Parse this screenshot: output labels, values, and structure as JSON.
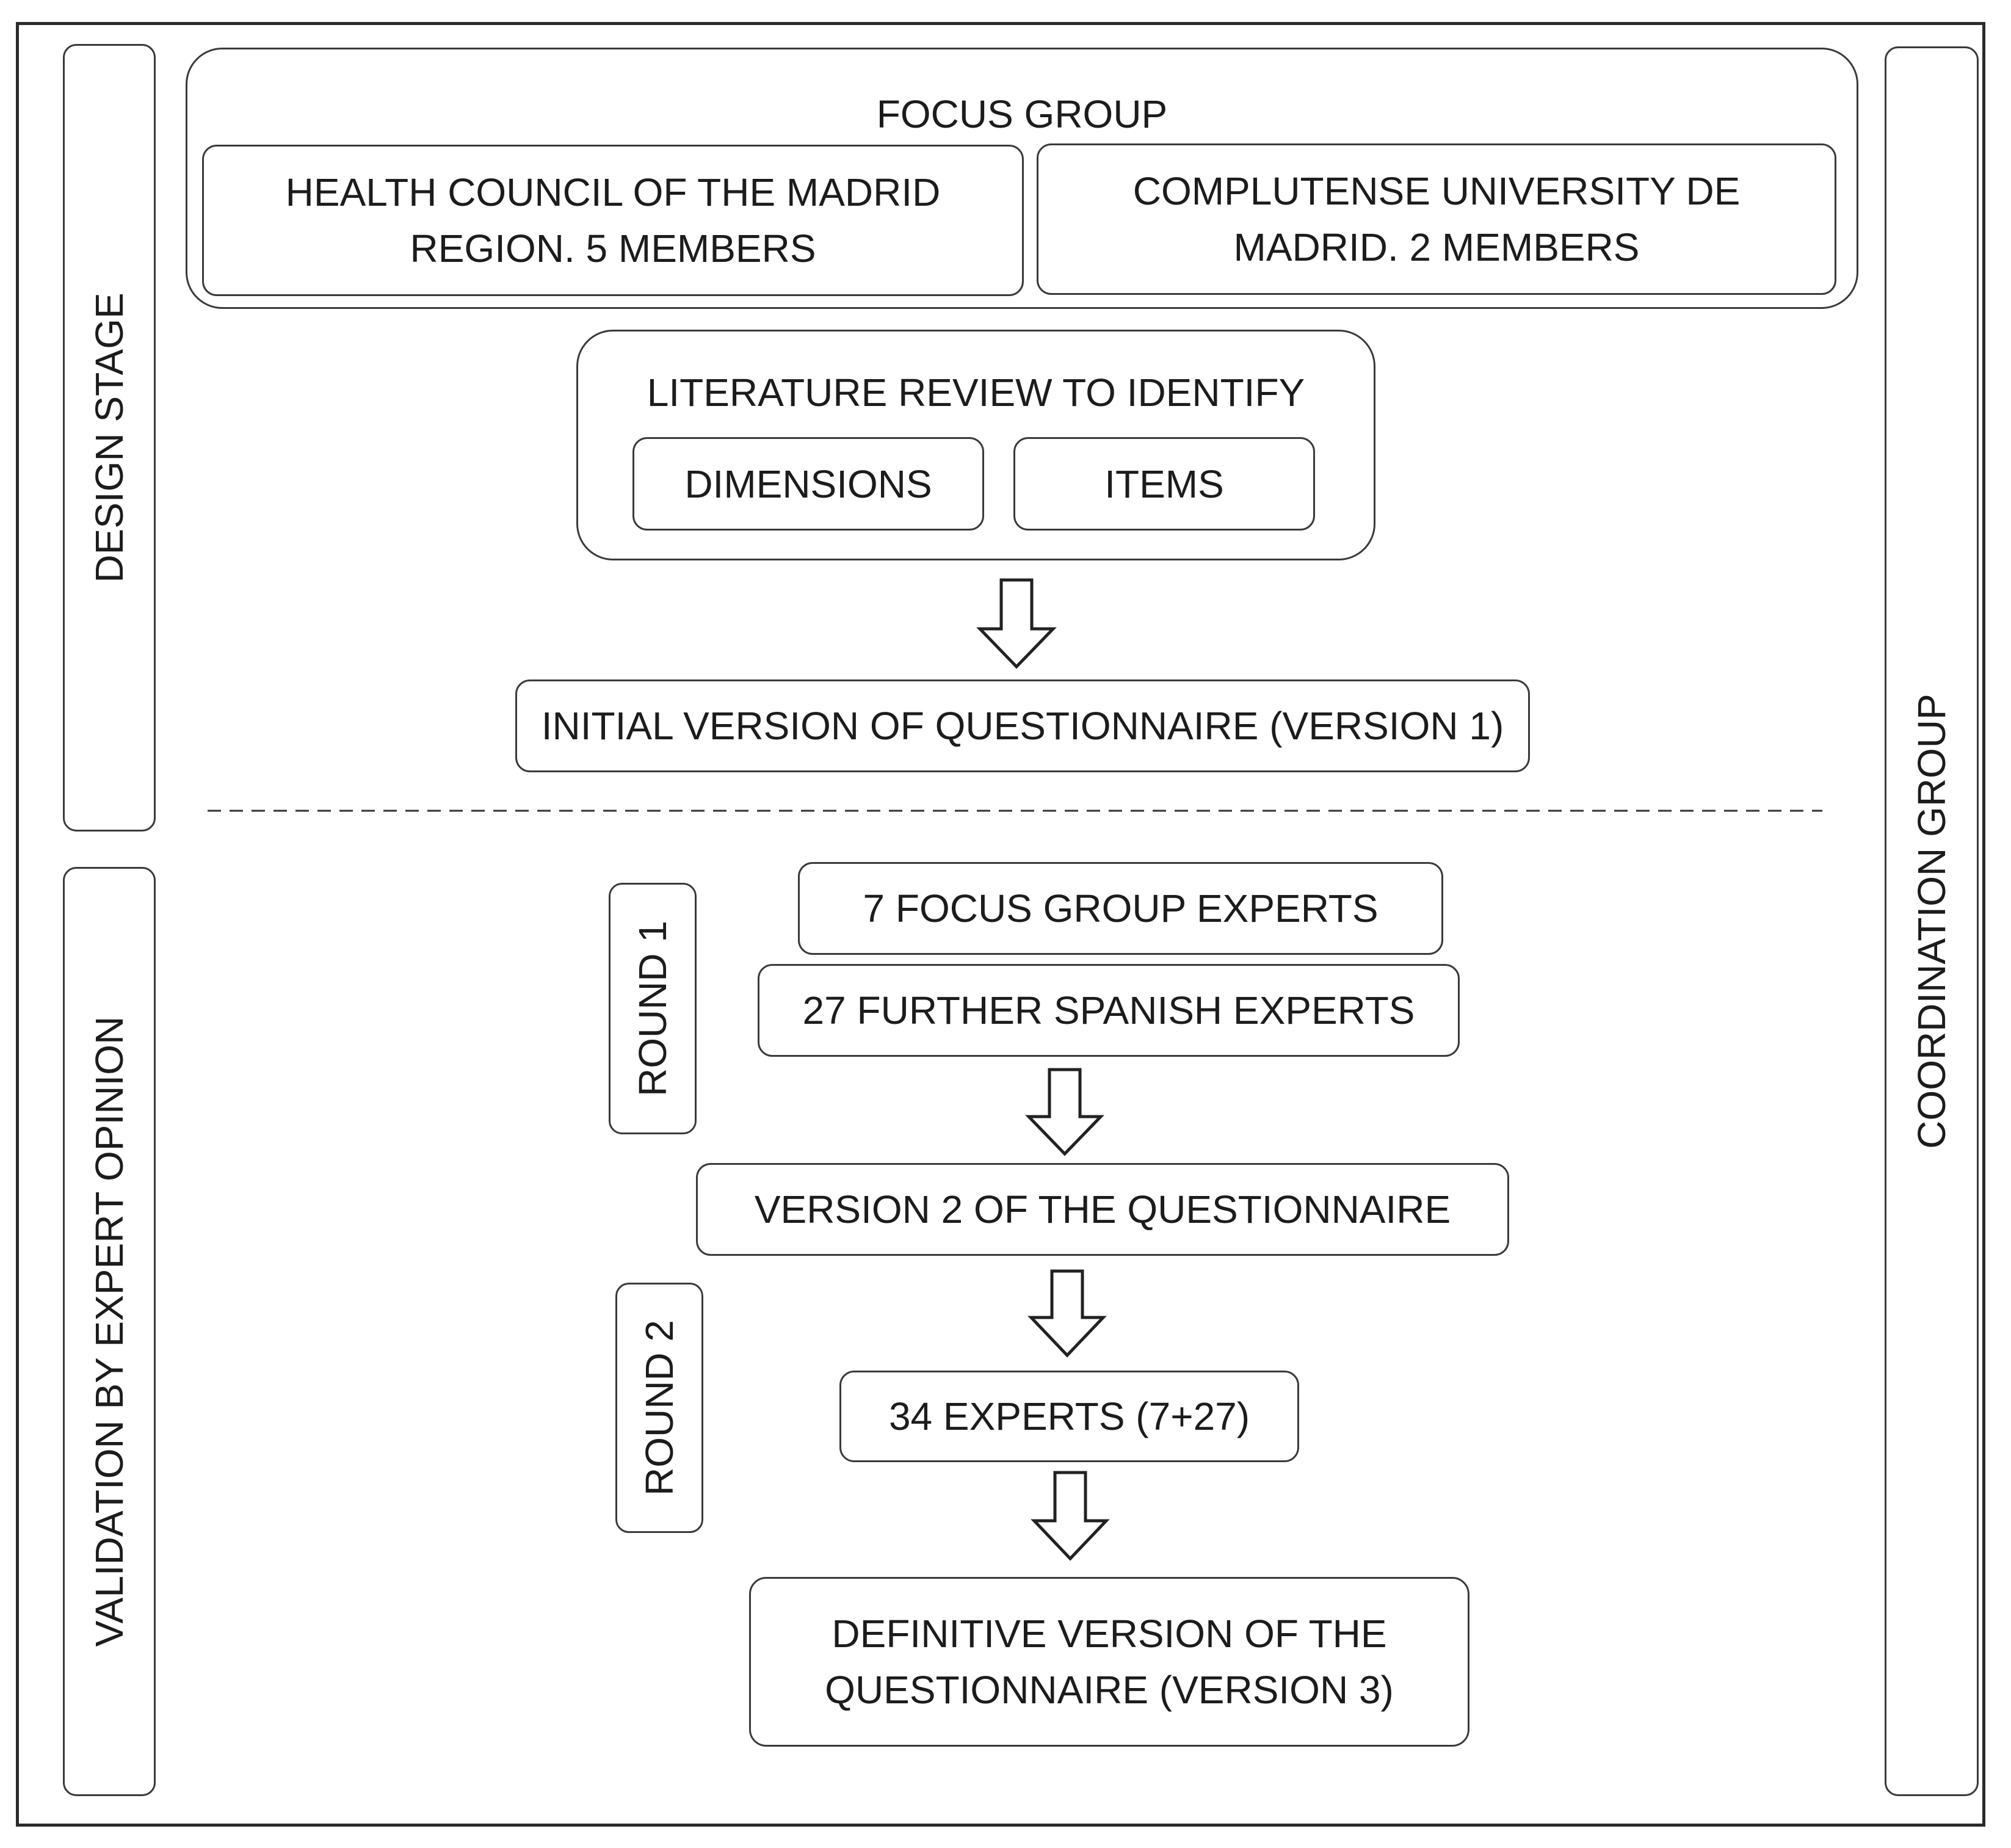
{
  "stages": {
    "design": "DESIGN STAGE",
    "validation": "VALIDATION BY EXPERT OPINION",
    "coordination": "COORDINATION GROUP"
  },
  "focus_group": {
    "title": "FOCUS GROUP",
    "health_council": [
      "HEALTH COUNCIL OF THE MADRID",
      "REGION. 5 MEMBERS"
    ],
    "complutense": [
      "COMPLUTENSE UNIVERSITY DE",
      "MADRID. 2 MEMBERS"
    ]
  },
  "literature_review": {
    "title": "LITERATURE REVIEW TO IDENTIFY",
    "dimensions": "DIMENSIONS",
    "items": "ITEMS"
  },
  "version1": "INITIAL VERSION OF QUESTIONNAIRE (VERSION 1)",
  "round1": {
    "label": "ROUND 1",
    "focus_experts": "7 FOCUS GROUP EXPERTS",
    "spanish_experts": "27 FURTHER SPANISH EXPERTS"
  },
  "version2": "VERSION 2 OF THE QUESTIONNAIRE",
  "round2": {
    "label": "ROUND 2",
    "experts": "34 EXPERTS (7+27)"
  },
  "version3": [
    "DEFINITIVE VERSION OF THE",
    "QUESTIONNAIRE (VERSION 3)"
  ]
}
